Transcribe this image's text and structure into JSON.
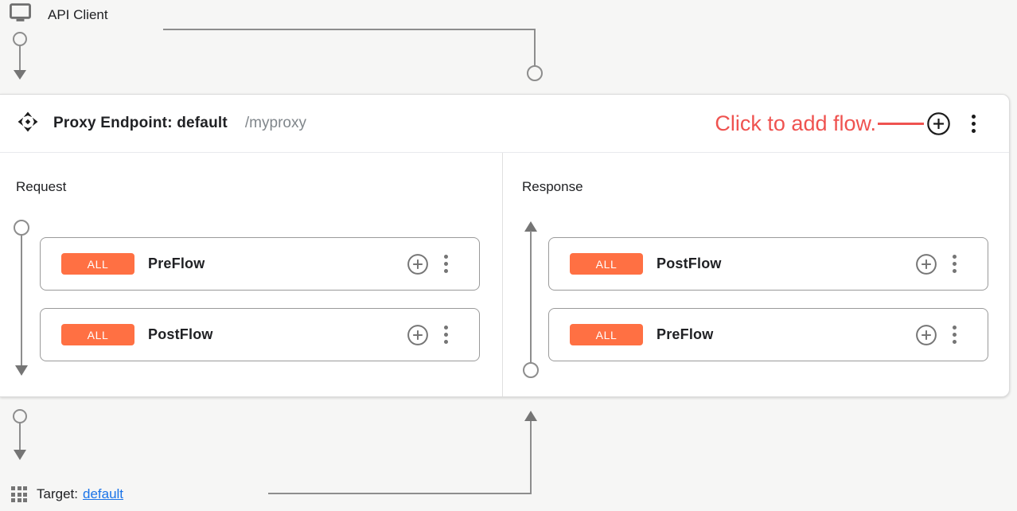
{
  "colors": {
    "badge_orange": "#ff7043",
    "annotation_red": "#ef5350",
    "link_blue": "#1a73e8",
    "connector_gray": "#8d8d8d"
  },
  "api_client": {
    "label": "API Client"
  },
  "proxy_endpoint": {
    "title": "Proxy Endpoint: default",
    "basepath": "/myproxy",
    "annotation": "Click to add flow.",
    "request": {
      "label": "Request",
      "flows": [
        {
          "badge": "ALL",
          "name": "PreFlow"
        },
        {
          "badge": "ALL",
          "name": "PostFlow"
        }
      ]
    },
    "response": {
      "label": "Response",
      "flows": [
        {
          "badge": "ALL",
          "name": "PostFlow"
        },
        {
          "badge": "ALL",
          "name": "PreFlow"
        }
      ]
    }
  },
  "target": {
    "label": "Target:",
    "link_text": "default"
  }
}
